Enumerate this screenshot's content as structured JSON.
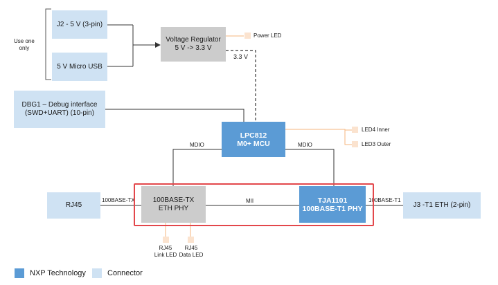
{
  "blocks": {
    "j2": "J2 - 5 V (3-pin)",
    "micro_usb": "5 V Micro USB",
    "regulator_line1": "Voltage Regulator",
    "regulator_line2": "5 V -> 3.3 V",
    "dbg_line1": "DBG1 – Debug interface",
    "dbg_line2": "(SWD+UART) (10-pin)",
    "mcu_line1": "LPC812",
    "mcu_line2": "M0+ MCU",
    "rj45": "RJ45",
    "phy_tx_line1": "100BASE-TX",
    "phy_tx_line2": "ETH PHY",
    "tja_line1": "TJA1101",
    "tja_line2": "100BASE-T1 PHY",
    "j3": "J3 -T1 ETH (2-pin)"
  },
  "labels": {
    "use_one_line1": "Use one",
    "use_one_line2": "only",
    "power_led": "Power LED",
    "v33": "3.3 V",
    "led4": "LED4 Inner",
    "led3": "LED3 Outer",
    "mdio_left": "MDIO",
    "mdio_right": "MDIO",
    "tx_left": "100BASE-TX",
    "mii": "MII",
    "t1_right": "100BASE-T1",
    "link_led_line1": "RJ45",
    "link_led_line2": "Link LED",
    "data_led_line1": "RJ45",
    "data_led_line2": "Data LED"
  },
  "legend": [
    {
      "label": "NXP Technology",
      "color": "#5b9bd5"
    },
    {
      "label": "Connector",
      "color": "#cfe2f3"
    }
  ],
  "colors": {
    "nxp": "#5b9bd5",
    "connector": "#cfe2f3",
    "gray_block": "#cccccc",
    "led": "#fbe3cf",
    "led_wire": "#f5b57d",
    "highlight": "#e3474b"
  }
}
